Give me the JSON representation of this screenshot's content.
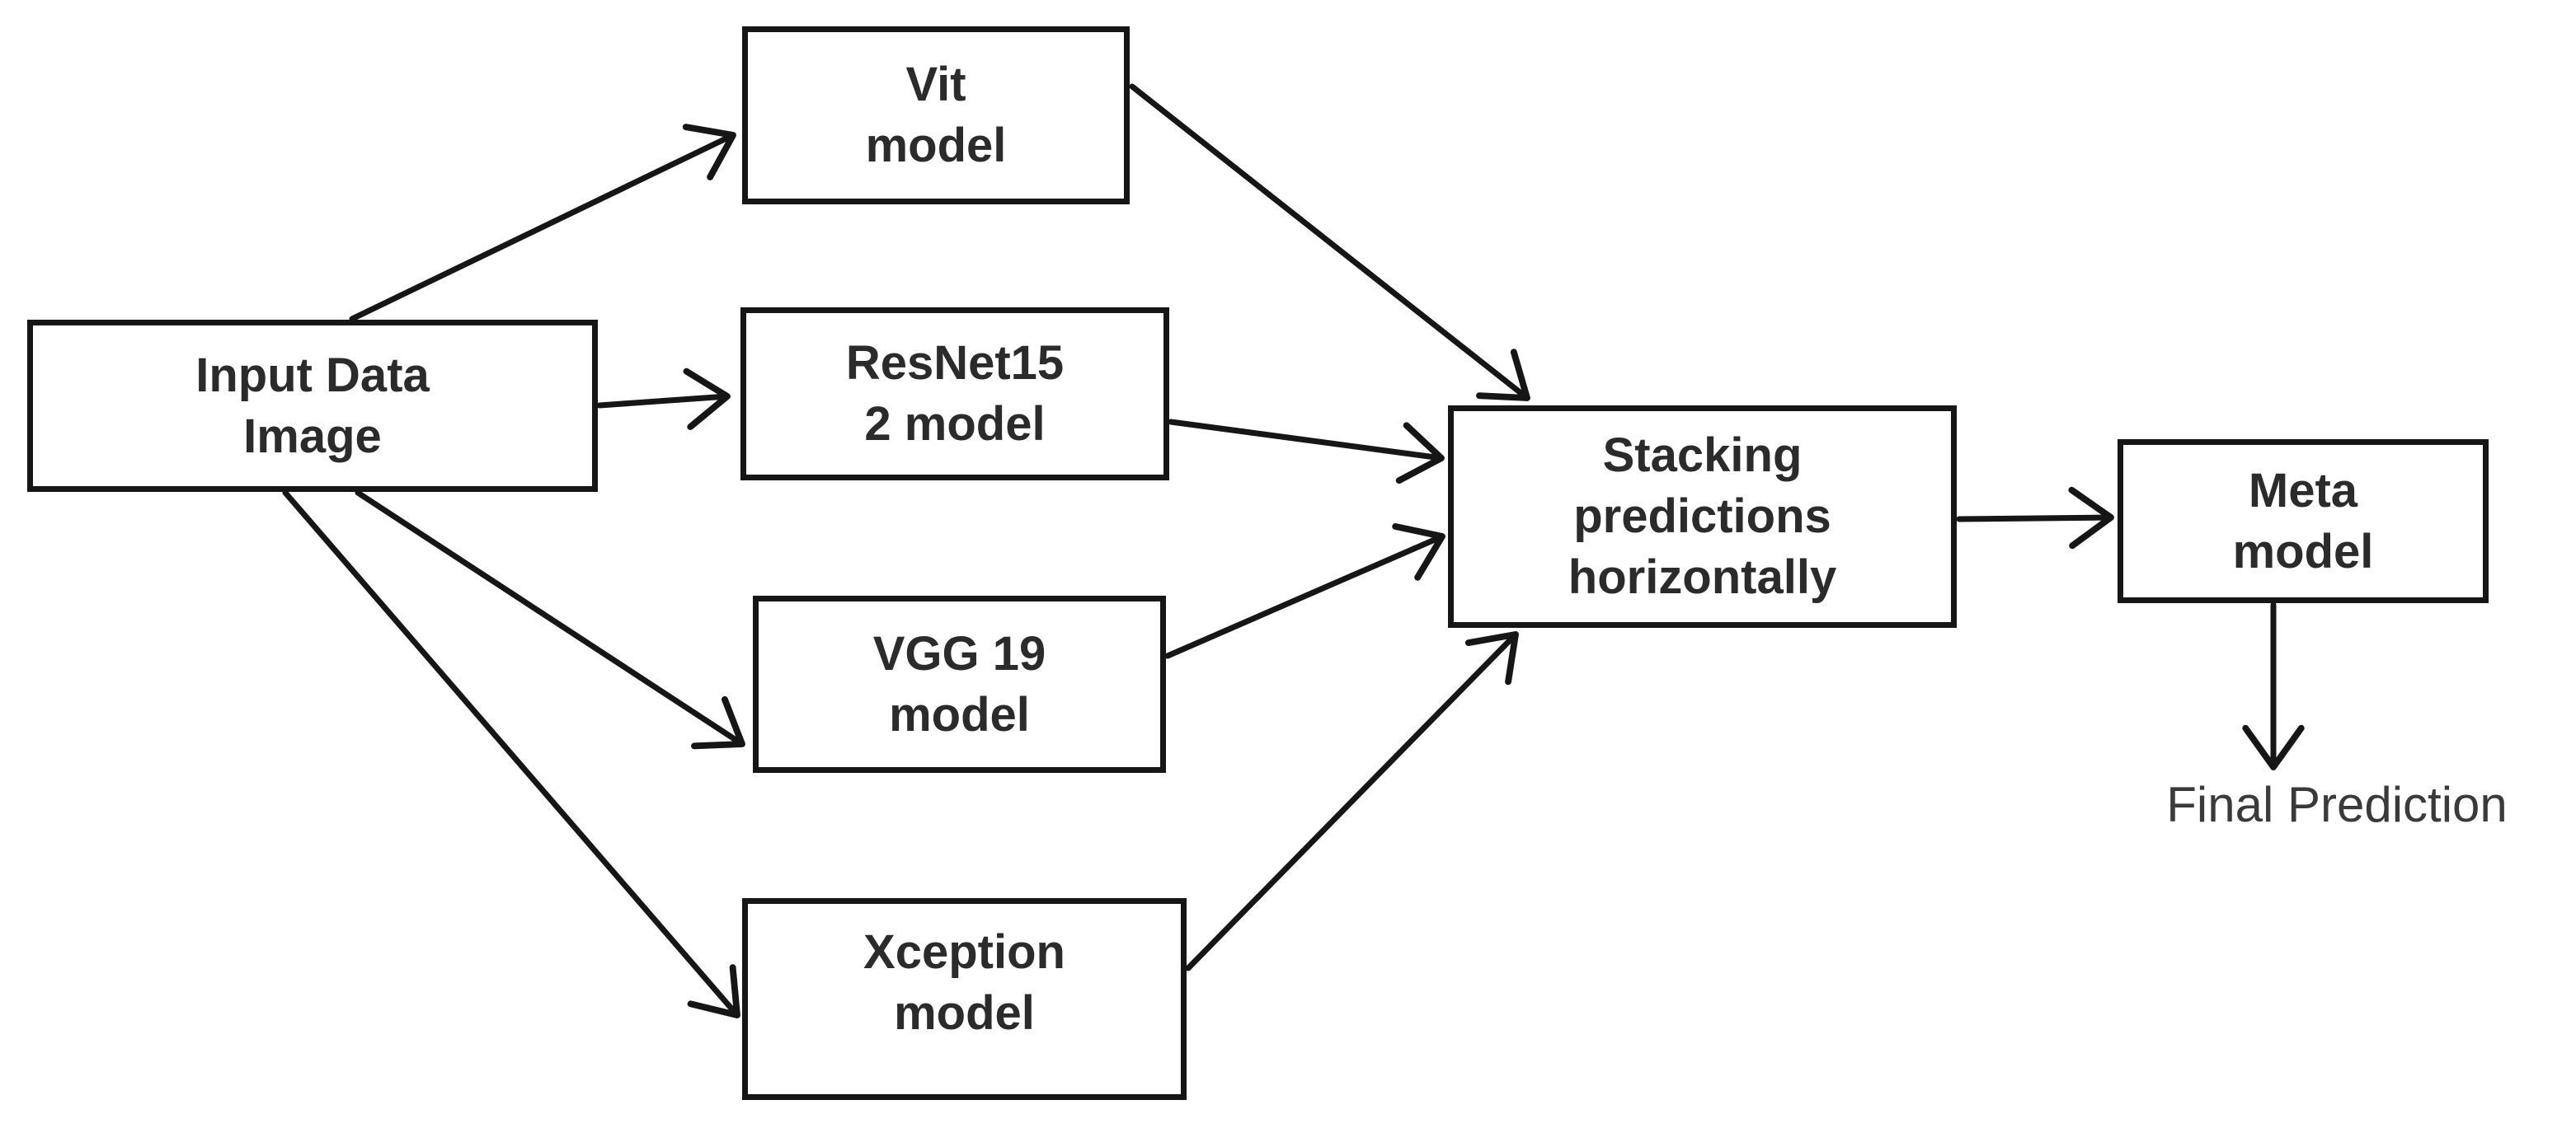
{
  "diagram": {
    "type": "flowchart",
    "colors": {
      "background": "#ffffff",
      "line": "#161616",
      "box_fill": "#ffffff",
      "label_text": "#2b2b2b",
      "output_text": "#3a3a3a"
    },
    "nodes": {
      "input": {
        "line1": "Input Data",
        "line2": "Image"
      },
      "vit": {
        "line1": "Vit",
        "line2": "model"
      },
      "resnet": {
        "line1": "ResNet15",
        "line2": "2 model"
      },
      "vgg": {
        "line1": "VGG 19",
        "line2": "model"
      },
      "xception": {
        "line1": "Xception",
        "line2": "model"
      },
      "stacking": {
        "line1": "Stacking",
        "line2": "predictions",
        "line3": "horizontally"
      },
      "meta": {
        "line1": "Meta",
        "line2": "model"
      }
    },
    "output_label": "Final Prediction",
    "edges": [
      {
        "from": "input",
        "to": "vit"
      },
      {
        "from": "input",
        "to": "resnet"
      },
      {
        "from": "input",
        "to": "vgg"
      },
      {
        "from": "input",
        "to": "xception"
      },
      {
        "from": "vit",
        "to": "stacking"
      },
      {
        "from": "resnet",
        "to": "stacking"
      },
      {
        "from": "vgg",
        "to": "stacking"
      },
      {
        "from": "xception",
        "to": "stacking"
      },
      {
        "from": "stacking",
        "to": "meta"
      },
      {
        "from": "meta",
        "to": "final-prediction"
      }
    ]
  }
}
